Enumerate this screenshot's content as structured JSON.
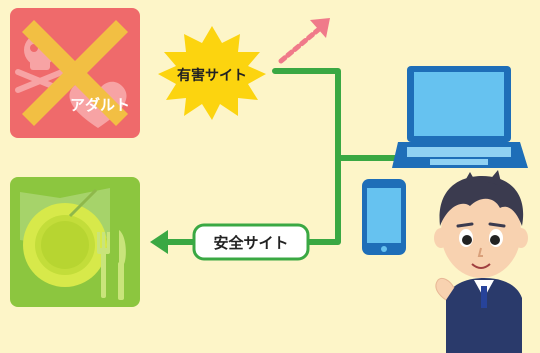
{
  "labels": {
    "harmful": "有害サイト",
    "adult": "アダルト",
    "safe": "安全サイト"
  },
  "colors": {
    "background": "#fdf5c8",
    "line_green": "#3aa843",
    "harmful_panel": "#ef6a6b",
    "safe_panel": "#8cc63f",
    "burst": "#fcd40f",
    "laptop_screen": "#66c2f0",
    "blocked_arrow": "#f07a8a"
  },
  "icons": [
    "skull-icon",
    "heart-icon",
    "cross-icon",
    "plate-icon",
    "fork-icon",
    "knife-icon",
    "laptop-icon",
    "smartphone-icon",
    "boy-character"
  ]
}
